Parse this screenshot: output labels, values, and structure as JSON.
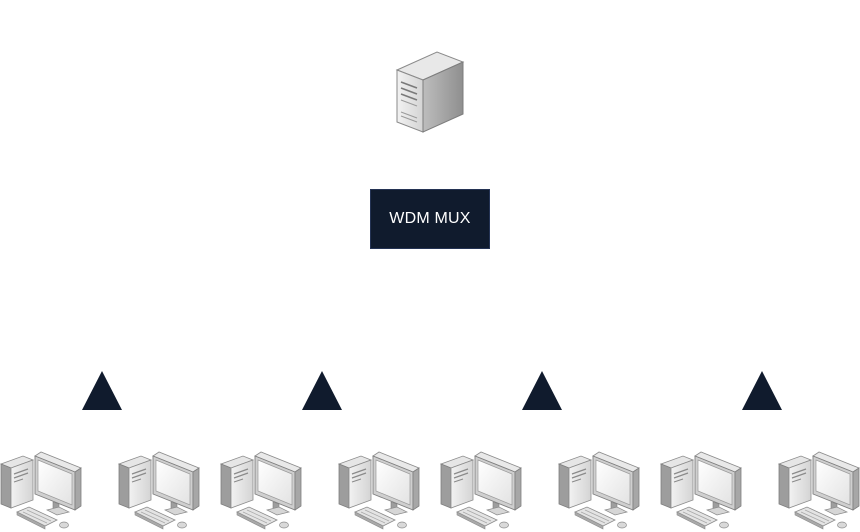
{
  "diagram": {
    "mux_label": "WDM MUX",
    "mux_fill": "#101b2d",
    "splitter_fill": "#101b2d",
    "splitter_count": 4,
    "client_count": 8,
    "server_icon": "server-tower-icon",
    "splitter_icon": "triangle-splitter-icon",
    "client_icon": "desktop-computer-icon"
  }
}
